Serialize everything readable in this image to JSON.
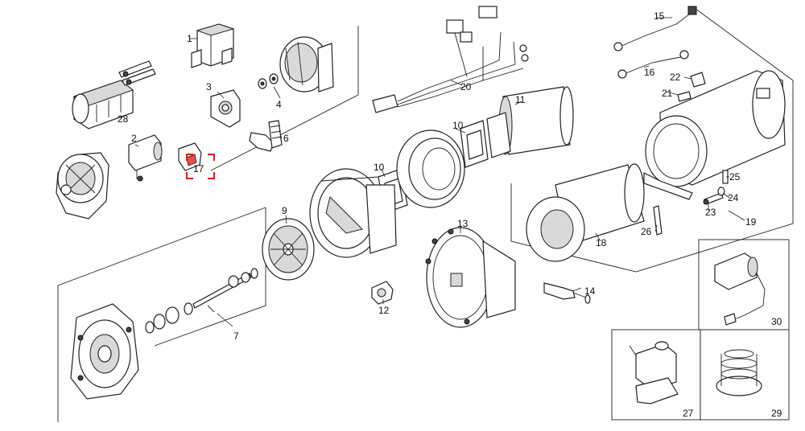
{
  "parts": [
    {
      "key": "1",
      "label": "1"
    },
    {
      "key": "2",
      "label": "2"
    },
    {
      "key": "3",
      "label": "3"
    },
    {
      "key": "4",
      "label": "4"
    },
    {
      "key": "6",
      "label": "6"
    },
    {
      "key": "7",
      "label": "7"
    },
    {
      "key": "9",
      "label": "9"
    },
    {
      "key": "10a",
      "label": "10"
    },
    {
      "key": "10b",
      "label": "10"
    },
    {
      "key": "11",
      "label": "11"
    },
    {
      "key": "12",
      "label": "12"
    },
    {
      "key": "13",
      "label": "13"
    },
    {
      "key": "14",
      "label": "14"
    },
    {
      "key": "15",
      "label": "15"
    },
    {
      "key": "16",
      "label": "16"
    },
    {
      "key": "17",
      "label": "17"
    },
    {
      "key": "18",
      "label": "18"
    },
    {
      "key": "19",
      "label": "19"
    },
    {
      "key": "20",
      "label": "20"
    },
    {
      "key": "21",
      "label": "21"
    },
    {
      "key": "22",
      "label": "22"
    },
    {
      "key": "23",
      "label": "23"
    },
    {
      "key": "24",
      "label": "24"
    },
    {
      "key": "25",
      "label": "25"
    },
    {
      "key": "26",
      "label": "26"
    },
    {
      "key": "27",
      "label": "27"
    },
    {
      "key": "28",
      "label": "28"
    },
    {
      "key": "29",
      "label": "29"
    },
    {
      "key": "30",
      "label": "30"
    }
  ],
  "highlight": {
    "part": "17",
    "color": "#d42020"
  }
}
